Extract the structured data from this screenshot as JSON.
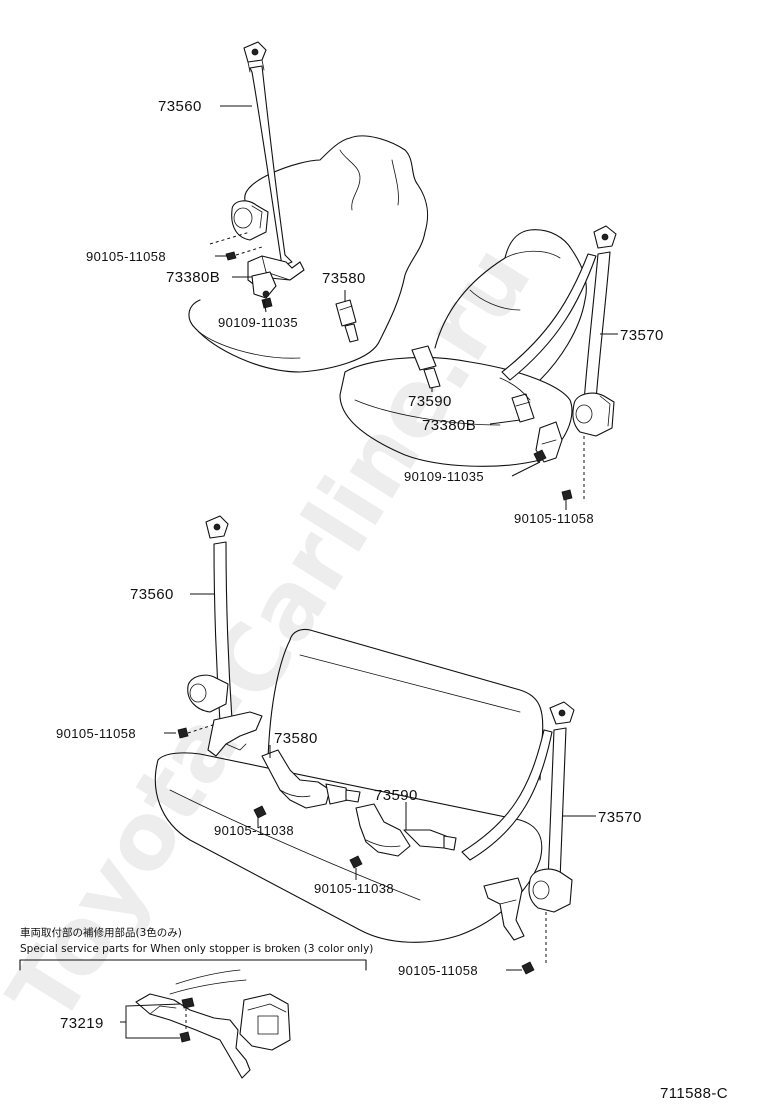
{
  "watermark": "Toyota-Carline.ru",
  "note": {
    "jp": "車両取付部の補修用部品(3色のみ)",
    "en": "Special service parts for When only stopper is broken (3 color only)"
  },
  "footer_code": "711588-C",
  "labels": {
    "front_driver": {
      "outer_belt": "73560",
      "bolt_anchor": "90105-11058",
      "bracket": "73380B",
      "bolt_buckle": "90109-11035",
      "buckle": "73580"
    },
    "front_passenger": {
      "outer_belt": "73570",
      "buckle": "73590",
      "bracket": "73380B",
      "bolt_buckle": "90109-11035",
      "bolt_anchor": "90105-11058"
    },
    "rear": {
      "left_belt": "73560",
      "left_bolt": "90105-11058",
      "buckle_left": "73580",
      "bolt_left": "90105-11038",
      "buckle_right": "73590",
      "bolt_right": "90105-11038",
      "right_belt": "73570",
      "right_bolt": "90105-11058"
    },
    "detail": {
      "stopper": "73219"
    }
  }
}
